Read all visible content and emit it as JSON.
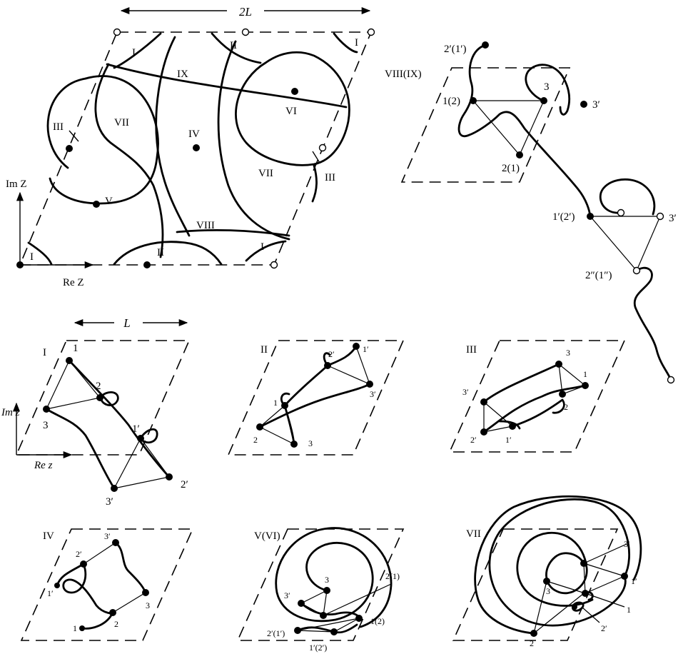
{
  "main_diagram": {
    "width_label": "2L",
    "regions": {
      "I_tl": "I",
      "II_top": "II",
      "I_tr": "I",
      "IX": "IX",
      "VI": "VI",
      "III_left": "III",
      "VII_left": "VII",
      "IV": "IV",
      "V": "V",
      "VII_right": "VII",
      "III_right": "III",
      "VIII": "VIII",
      "I_bl": "I",
      "II_bottom": "II",
      "I_br": "I"
    },
    "axis_im": "Im Z",
    "axis_re": "Re Z"
  },
  "panel_viii": {
    "title": "VIII(IX)",
    "labels": {
      "p2p1p": "2′(1′)",
      "p12": "1(2)",
      "p3": "3",
      "p3p": "3′",
      "p21": "2(1)",
      "p1p2p": "1′(2′)",
      "p3p_right": "3′",
      "p2pp1pp": "2″(1″)"
    }
  },
  "scale": {
    "width_label": "L"
  },
  "panel_i": {
    "title": "I",
    "axis_im": "Im z",
    "axis_re": "Re z",
    "labels": {
      "p1": "1",
      "p2": "2",
      "p3": "3",
      "p1p": "1′",
      "p2p": "2′",
      "p3p": "3′"
    }
  },
  "panel_ii": {
    "title": "II",
    "labels": {
      "p1": "1",
      "p2": "2",
      "p3": "3",
      "p1p": "1′",
      "p2p": "2′",
      "p3p": "3′"
    }
  },
  "panel_iii": {
    "title": "III",
    "labels": {
      "p1": "1",
      "p2": "2",
      "p3": "3",
      "p1p": "1′",
      "p2p": "2′",
      "p3p": "3′"
    }
  },
  "panel_iv": {
    "title": "IV",
    "labels": {
      "p1": "1",
      "p2": "2",
      "p3": "3",
      "p1p": "1′",
      "p2p": "2′",
      "p3p": "3′"
    }
  },
  "panel_v": {
    "title": "V(VI)",
    "labels": {
      "p3": "3",
      "p3p": "3′",
      "p2p1p": "2′(1′)",
      "p1p2p": "1′(2′)",
      "p21": "2(1)",
      "p12": "1(2)"
    }
  },
  "panel_vii": {
    "title": "VII",
    "labels": {
      "p3p": "3′",
      "p3": "3",
      "p1p": "1′",
      "p1": "1",
      "p2": "2",
      "p2p": "2′"
    }
  }
}
